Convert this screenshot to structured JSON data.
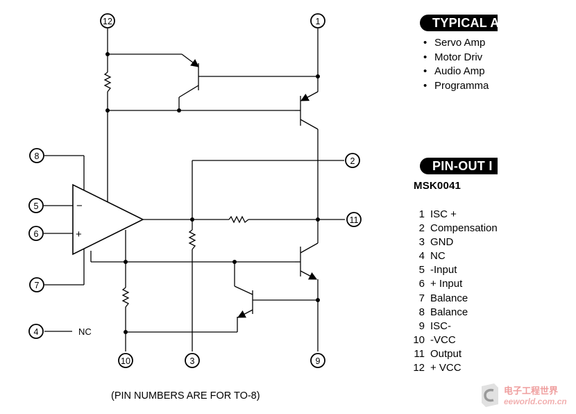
{
  "schematic": {
    "nodes": [
      {
        "id": "12",
        "label": "12"
      },
      {
        "id": "1",
        "label": "1"
      },
      {
        "id": "8",
        "label": "8"
      },
      {
        "id": "2",
        "label": "2"
      },
      {
        "id": "5",
        "label": "5"
      },
      {
        "id": "6",
        "label": "6"
      },
      {
        "id": "11",
        "label": "11"
      },
      {
        "id": "7",
        "label": "7"
      },
      {
        "id": "4",
        "label": "4"
      },
      {
        "id": "10",
        "label": "10"
      },
      {
        "id": "3",
        "label": "3"
      },
      {
        "id": "9",
        "label": "9"
      }
    ],
    "nc_label": "NC",
    "minus_sign": "−",
    "plus_sign": "+",
    "caption": "(PIN NUMBERS ARE FOR TO-8)"
  },
  "typical_applications": {
    "heading": "TYPICAL A",
    "items": [
      "Servo Amp",
      "Motor Driv",
      "Audio Amp",
      "Programma"
    ]
  },
  "pin_out": {
    "heading": "PIN-OUT I",
    "part_number": "MSK0041",
    "pins": [
      {
        "num": "1",
        "name": "ISC +"
      },
      {
        "num": "2",
        "name": "Compensation"
      },
      {
        "num": "3",
        "name": "GND"
      },
      {
        "num": "4",
        "name": "NC"
      },
      {
        "num": "5",
        "name": "-Input"
      },
      {
        "num": "6",
        "name": "+ Input"
      },
      {
        "num": "7",
        "name": "Balance"
      },
      {
        "num": "8",
        "name": "Balance"
      },
      {
        "num": "9",
        "name": "ISC-"
      },
      {
        "num": "10",
        "name": "-VCC"
      },
      {
        "num": "11",
        "name": "Output"
      },
      {
        "num": "12",
        "name": "+ VCC"
      }
    ]
  },
  "watermark": {
    "chinese": "电子工程世界",
    "url": "eeworld.com.cn"
  }
}
